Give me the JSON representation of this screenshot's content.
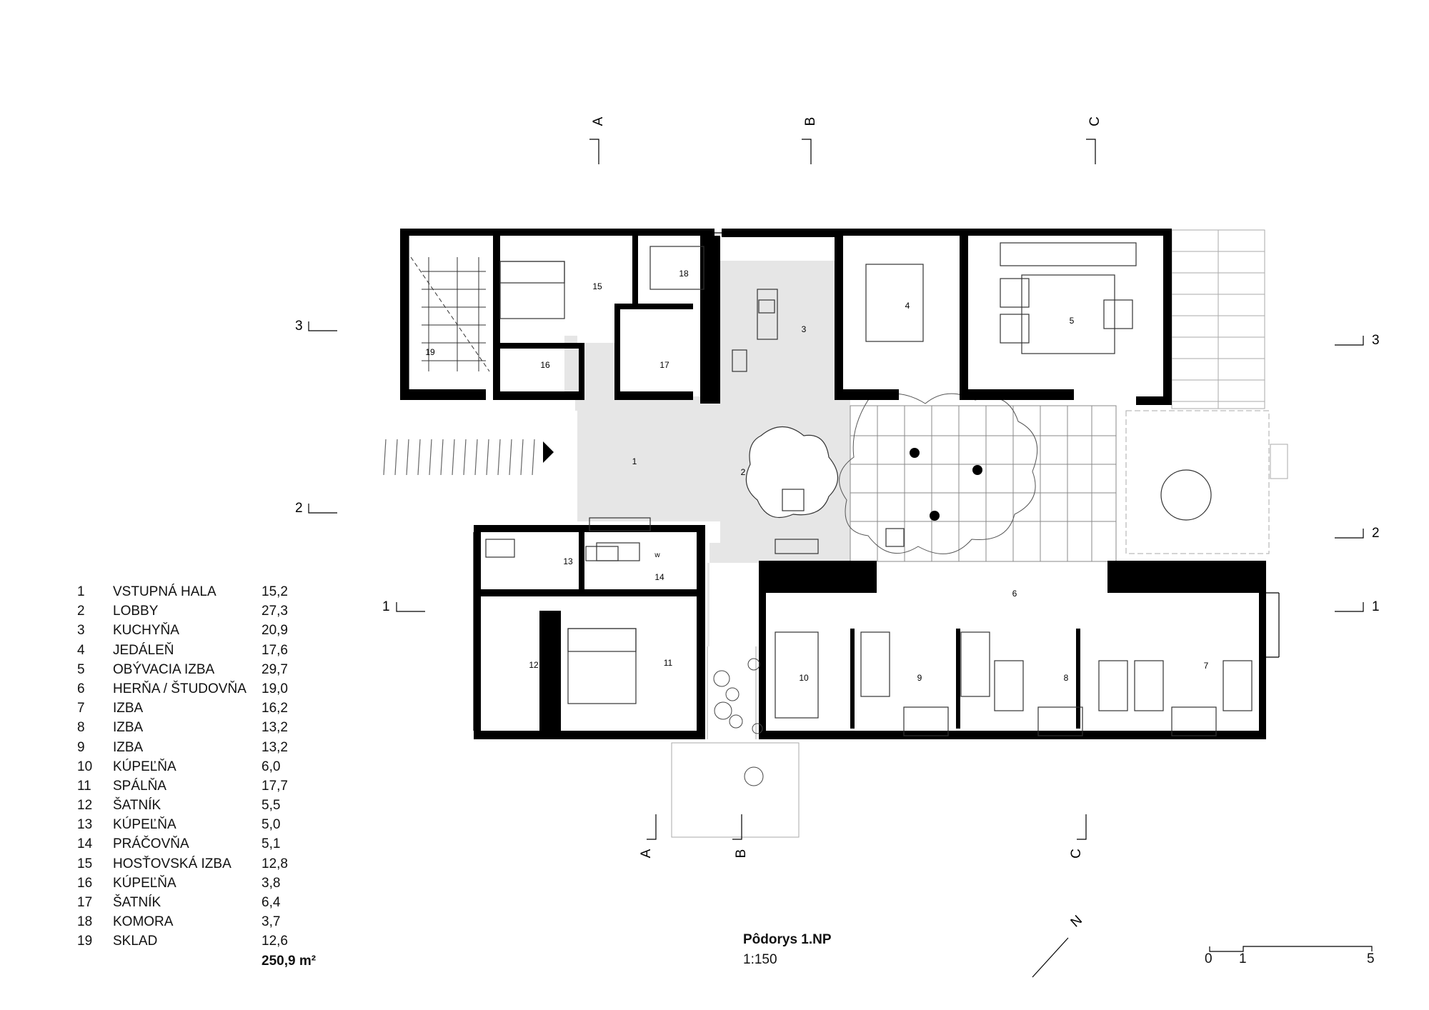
{
  "rooms": [
    {
      "no": "1",
      "name": "VSTUPNÁ HALA",
      "area": "15,2"
    },
    {
      "no": "2",
      "name": "LOBBY",
      "area": "27,3"
    },
    {
      "no": "3",
      "name": "KUCHYŇA",
      "area": "20,9"
    },
    {
      "no": "4",
      "name": "JEDÁLEŇ",
      "area": "17,6"
    },
    {
      "no": "5",
      "name": "OBÝVACIA IZBA",
      "area": "29,7"
    },
    {
      "no": "6",
      "name": "HERŇA / ŠTUDOVŇA",
      "area": "19,0"
    },
    {
      "no": "7",
      "name": "IZBA",
      "area": "16,2"
    },
    {
      "no": "8",
      "name": "IZBA",
      "area": "13,2"
    },
    {
      "no": "9",
      "name": "IZBA",
      "area": "13,2"
    },
    {
      "no": "10",
      "name": "KÚPEĽŇA",
      "area": "6,0"
    },
    {
      "no": "11",
      "name": "SPÁLŇA",
      "area": "17,7"
    },
    {
      "no": "12",
      "name": "ŠATNÍK",
      "area": "5,5"
    },
    {
      "no": "13",
      "name": "KÚPEĽŇA",
      "area": "5,0"
    },
    {
      "no": "14",
      "name": "PRÁČOVŇA",
      "area": "5,1"
    },
    {
      "no": "15",
      "name": "HOSŤOVSKÁ IZBA",
      "area": "12,8"
    },
    {
      "no": "16",
      "name": "KÚPEĽŇA",
      "area": "3,8"
    },
    {
      "no": "17",
      "name": "ŠATNÍK",
      "area": "6,4"
    },
    {
      "no": "18",
      "name": "KOMORA",
      "area": "3,7"
    },
    {
      "no": "19",
      "name": "SKLAD",
      "area": "12,6"
    }
  ],
  "total_area": "250,9 m²",
  "caption": {
    "title": "Pôdorys 1.NP",
    "scale": "1:150"
  },
  "section_marks": {
    "a": "A",
    "b": "B",
    "c": "C",
    "s1": "1",
    "s2": "2",
    "s3": "3"
  },
  "north_label": "N",
  "scale_bar": {
    "zero": "0",
    "one": "1",
    "five": "5"
  },
  "plan_labels": {
    "r1": "1",
    "r2": "2",
    "r3": "3",
    "r4": "4",
    "r5": "5",
    "r6": "6",
    "r7": "7",
    "r8": "8",
    "r9": "9",
    "r10": "10",
    "r11": "11",
    "r12": "12",
    "r13": "13",
    "r14": "14",
    "r15": "15",
    "r16": "16",
    "r17": "17",
    "r18": "18",
    "r19": "19",
    "washer": "w"
  }
}
